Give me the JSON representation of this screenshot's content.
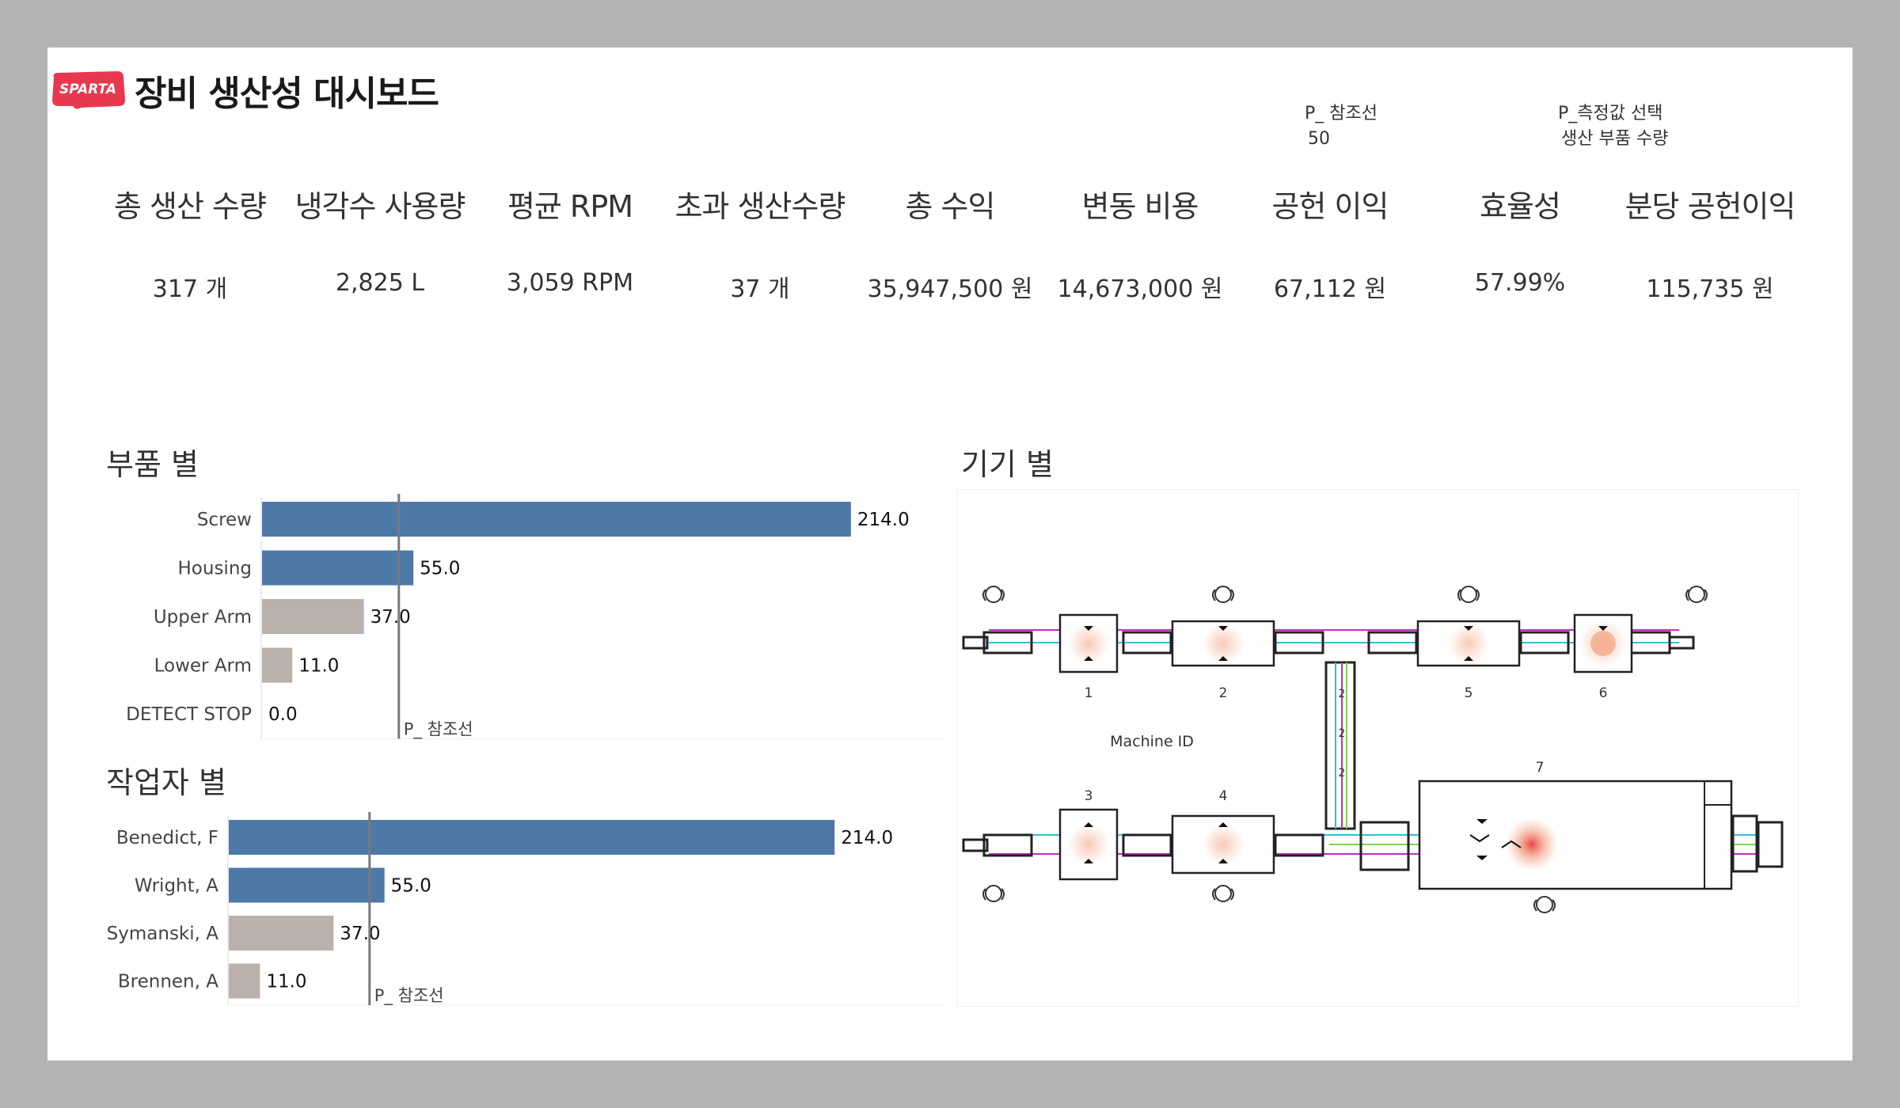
{
  "header": {
    "logo_text": "SPARTA",
    "title": "장비 생산성 대시보드",
    "param_ref_label": "P_ 참조선",
    "param_ref_value": "50",
    "param_measure_label": "P_측정값 선택",
    "param_measure_value": "생산 부품 수량"
  },
  "kpis": [
    {
      "label": "총 생산 수량",
      "value": "317 개"
    },
    {
      "label": "냉각수 사용량",
      "value": "2,825 L"
    },
    {
      "label": "평균 RPM",
      "value": "3,059 RPM"
    },
    {
      "label": "초과 생산수량",
      "value": "37 개"
    },
    {
      "label": "총 수익",
      "value": "35,947,500 원"
    },
    {
      "label": "변동 비용",
      "value": "14,673,000 원"
    },
    {
      "label": "공헌 이익",
      "value": "67,112 원"
    },
    {
      "label": "효율성",
      "value": "57.99%"
    },
    {
      "label": "분당 공헌이익",
      "value": "115,735 원"
    }
  ],
  "sections": {
    "by_part": "부품 별",
    "by_worker": "작업자 별",
    "by_machine": "기기 별"
  },
  "colors": {
    "above_ref": "#4e79a7",
    "below_ref": "#bab0ac",
    "ref_line": "#7a7a7a",
    "logo_red": "#e8384f"
  },
  "chart_data": [
    {
      "type": "bar",
      "orientation": "horizontal",
      "categories": [
        "Screw",
        "Housing",
        "Upper Arm",
        "Lower Arm",
        "DETECT STOP"
      ],
      "values": [
        214.0,
        55.0,
        37.0,
        11.0,
        0.0
      ],
      "reference_line": {
        "value": 50,
        "label": "P_ 참조선"
      },
      "xlim": [
        0,
        250
      ]
    },
    {
      "type": "bar",
      "orientation": "horizontal",
      "categories": [
        "Benedict, F",
        "Wright, A",
        "Symanski, A",
        "Brennen, A"
      ],
      "values": [
        214.0,
        55.0,
        37.0,
        11.0
      ],
      "reference_line": {
        "value": 50,
        "label": "P_ 참조선"
      },
      "xlim": [
        0,
        250
      ]
    }
  ],
  "machine_map": {
    "machines": [
      "1",
      "2",
      "5",
      "6",
      "3",
      "4",
      "7"
    ],
    "axis_label": "Machine ID",
    "connector_labels": [
      "2",
      "2",
      "2"
    ]
  }
}
